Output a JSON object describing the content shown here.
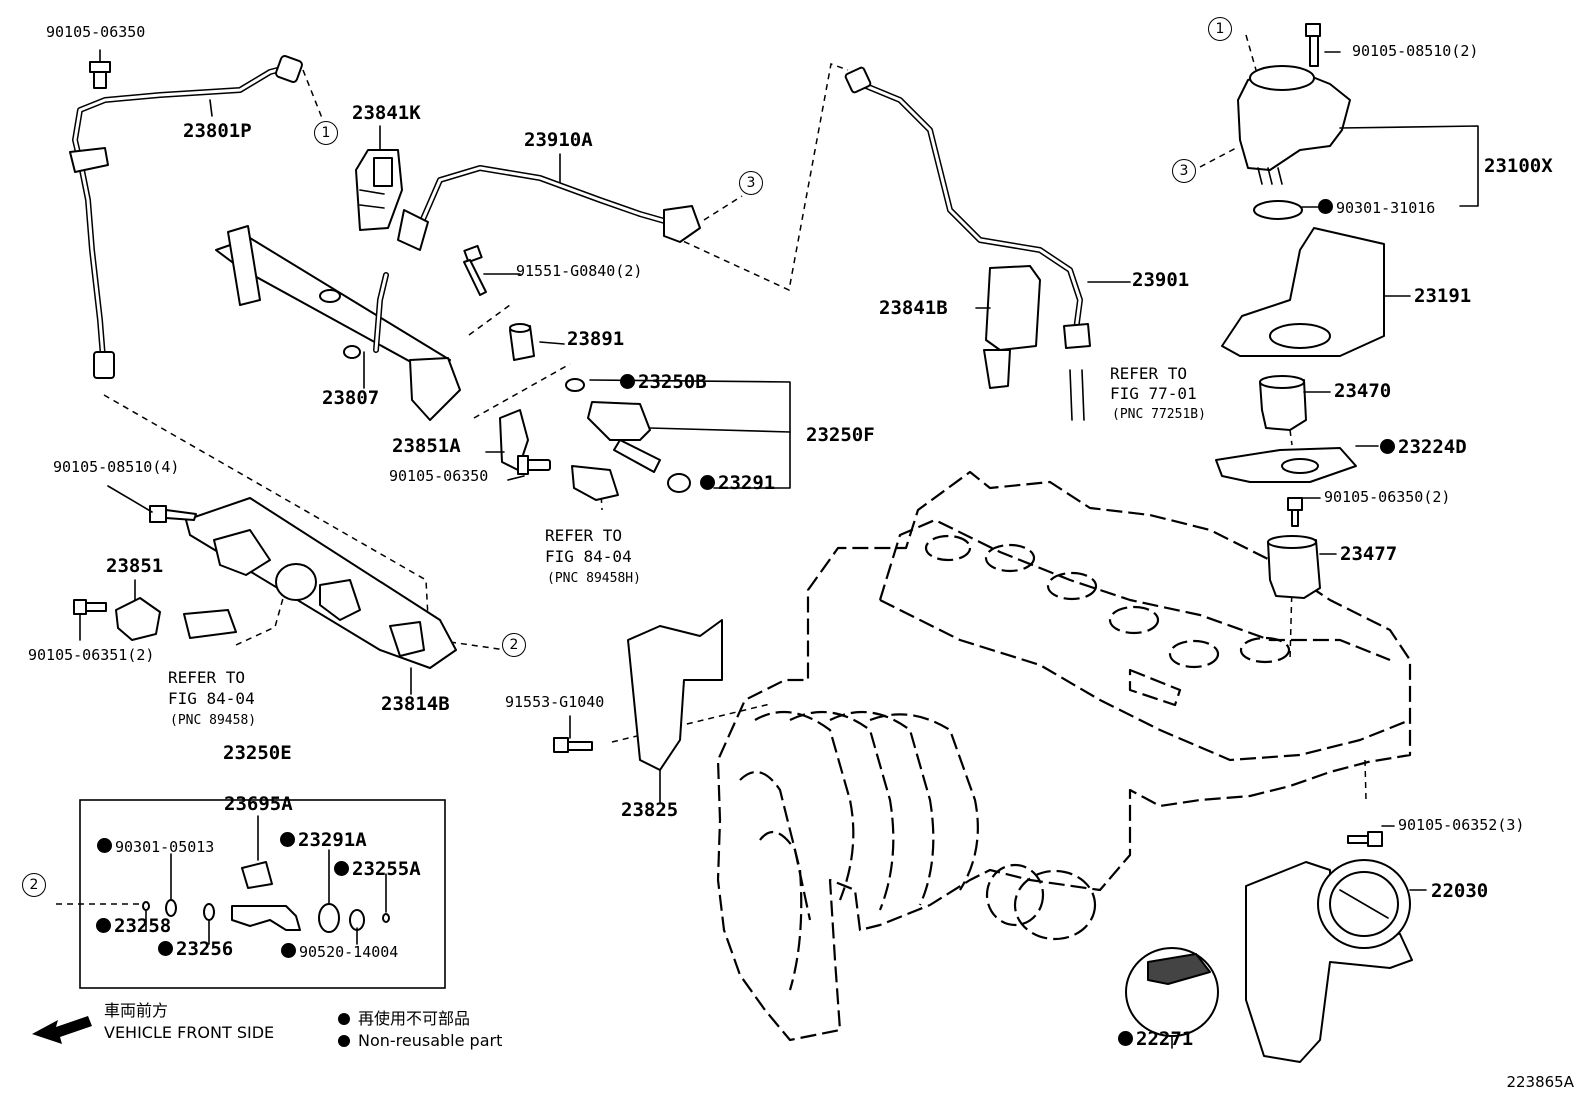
{
  "parts": {
    "p_90105_06350_top": "90105-06350",
    "p_23801P": "23801P",
    "p_23841K": "23841K",
    "p_23910A": "23910A",
    "p_91551_G0840": "91551-G0840(2)",
    "p_23891": "23891",
    "p_23807": "23807",
    "p_23250B": "23250B",
    "p_23250F": "23250F",
    "p_23851A": "23851A",
    "p_90105_06350_mid": "90105-06350",
    "p_23291": "23291",
    "p_90105_08510_4": "90105-08510(4)",
    "p_23851": "23851",
    "p_90105_06351": "90105-06351(2)",
    "p_23814B": "23814B",
    "p_23250E": "23250E",
    "p_23695A": "23695A",
    "p_90301_05013": "90301-05013",
    "p_23291A": "23291A",
    "p_23255A": "23255A",
    "p_23258": "23258",
    "p_23256": "23256",
    "p_90520_14004": "90520-14004",
    "p_91553_G1040": "91553-G1040",
    "p_23825": "23825",
    "p_23841B": "23841B",
    "p_23901": "23901",
    "p_90105_08510_2": "90105-08510(2)",
    "p_23100X": "23100X",
    "p_90301_31016": "90301-31016",
    "p_23191": "23191",
    "p_23470": "23470",
    "p_23224D": "23224D",
    "p_90105_06350_2": "90105-06350(2)",
    "p_23477": "23477",
    "p_90105_06352": "90105-06352(3)",
    "p_22030": "22030",
    "p_22271": "22271"
  },
  "refs": {
    "ref_a_l1": "REFER TO",
    "ref_a_l2": "FIG 84-04",
    "ref_a_pnc": "(PNC 89458H)",
    "ref_b_l1": "REFER TO",
    "ref_b_l2": "FIG 84-04",
    "ref_b_pnc": "(PNC 89458)",
    "ref_c_l1": "REFER TO",
    "ref_c_l2": "FIG 77-01",
    "ref_c_pnc": "(PNC 77251B)"
  },
  "callouts": {
    "c1": "1",
    "c2": "2",
    "c3": "3"
  },
  "legend": {
    "direction_jp": "車両前方",
    "direction_en": "VEHICLE FRONT SIDE",
    "nonreusable_jp": "再使用不可部品",
    "nonreusable_en": "Non-reusable part"
  },
  "figure_id": "223865A"
}
